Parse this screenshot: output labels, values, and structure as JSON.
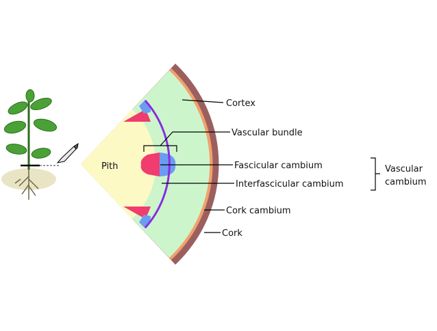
{
  "labels": {
    "pith": "Pith",
    "cortex": "Cortex",
    "vascular_bundle": "Vascular bundle",
    "fascicular_cambium": "Fascicular cambium",
    "interfascicular_cambium": "Interfascicular cambium",
    "cork_cambium": "Cork cambium",
    "cork": "Cork",
    "vascular_cambium_line1": "Vascular",
    "vascular_cambium_line2": "cambium"
  },
  "colors": {
    "pith": "#fdf9c4",
    "cortex": "#ccf5cc",
    "cork": "#9c5f5f",
    "cork_cambium": "#f2a06b",
    "vascular_cambium": "#8a2be2",
    "xylem": "#f03c6e",
    "phloem": "#6c9cf2",
    "leaf": "#4aa236",
    "stem": "#2e6b1e",
    "soil": "#e9e5c4",
    "root": "#6b6448"
  },
  "icons": [
    "plant-seedling-icon",
    "scalpel-icon"
  ]
}
